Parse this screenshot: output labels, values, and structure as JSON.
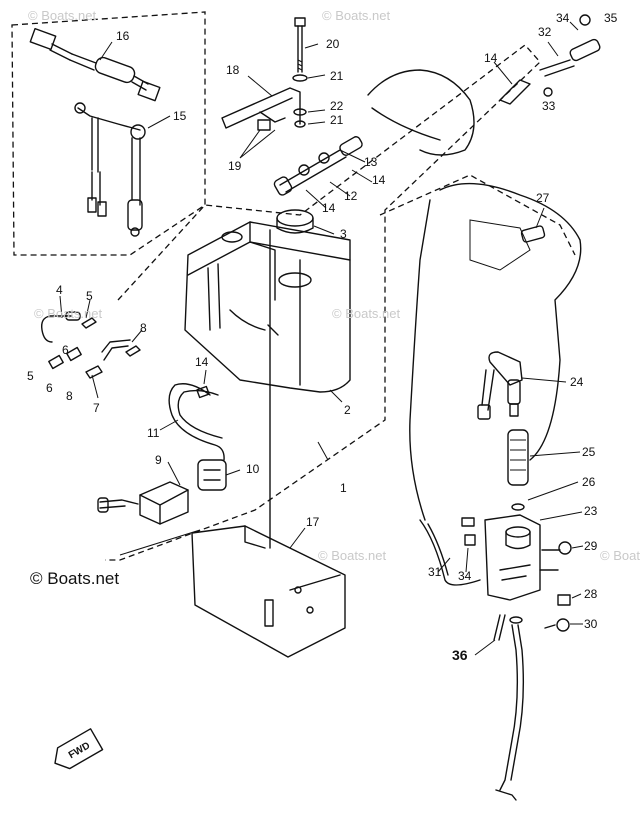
{
  "watermark": {
    "text": "© Boats.net",
    "main_text": "© Boats.net"
  },
  "direction_marker": "FWD",
  "callouts": {
    "c1": "1",
    "c2": "2",
    "c3": "3",
    "c4": "4",
    "c5": "5",
    "c5b": "5",
    "c6": "6",
    "c6b": "6",
    "c7": "7",
    "c8": "8",
    "c8b": "8",
    "c9": "9",
    "c10": "10",
    "c11": "11",
    "c12": "12",
    "c13": "13",
    "c14a": "14",
    "c14b": "14",
    "c14c": "14",
    "c14d": "14",
    "c15": "15",
    "c16": "16",
    "c17": "17",
    "c18": "18",
    "c19": "19",
    "c20": "20",
    "c21a": "21",
    "c21b": "21",
    "c22": "22",
    "c23": "23",
    "c24": "24",
    "c25": "25",
    "c26": "26",
    "c27": "27",
    "c28": "28",
    "c29": "29",
    "c30": "30",
    "c31": "31",
    "c32": "32",
    "c33": "33",
    "c34a": "34",
    "c34b": "34",
    "c35": "35",
    "c36": "36"
  }
}
